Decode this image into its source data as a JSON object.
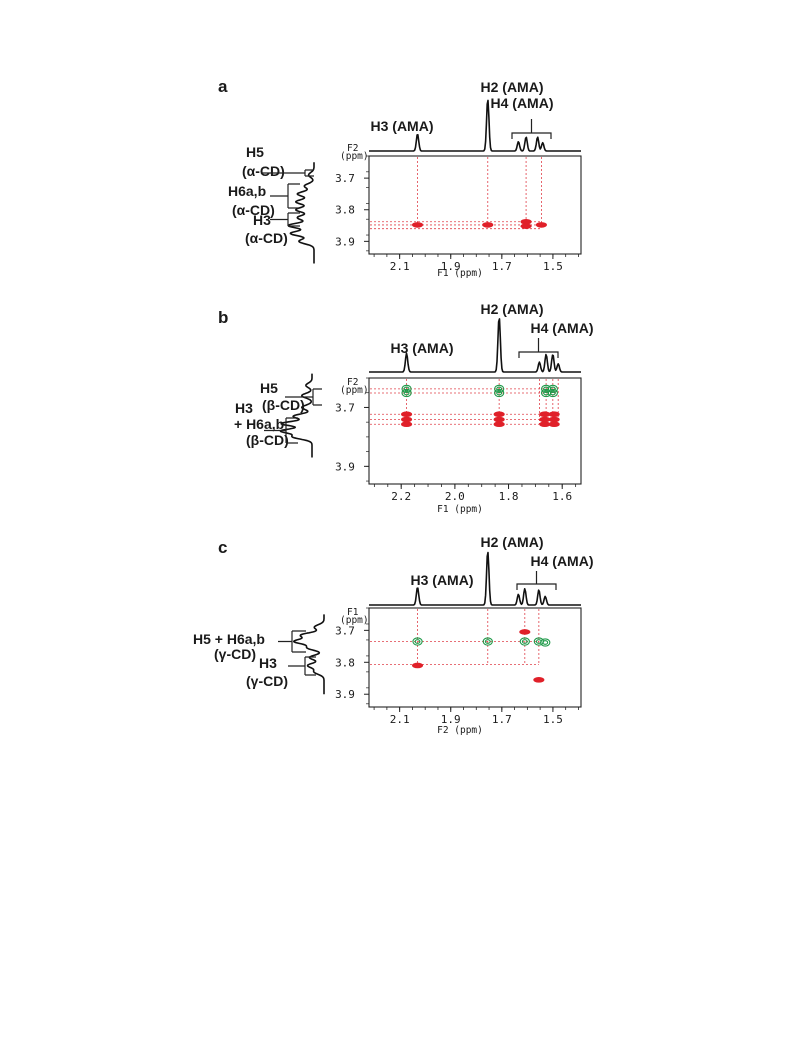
{
  "chart_data": [
    {
      "type": "heatmap",
      "panel": "a",
      "x_axis_label": "F1  (ppm)",
      "y_axis_label": "F2 (ppm)",
      "xlim": [
        2.22,
        1.39
      ],
      "ylim": [
        3.63,
        3.94
      ],
      "x_ticks": [
        "2.1",
        "1.9",
        "1.7",
        "1.5"
      ],
      "x_tick_values": [
        2.1,
        1.9,
        1.7,
        1.5
      ],
      "y_ticks": [
        "3.7",
        "3.8",
        "3.9"
      ],
      "y_tick_values": [
        3.7,
        3.8,
        3.9
      ],
      "top_labels": [
        "H2 (AMA)",
        "H3 (AMA)",
        "H4 (AMA)"
      ],
      "side_labels": [
        "H5",
        "(α-CD)",
        "H6a,b",
        "(α-CD)",
        "H3",
        "(α-CD)"
      ],
      "top_peaks": [
        {
          "x": 2.03,
          "h": 0.33
        },
        {
          "x": 1.755,
          "h": 1.0
        },
        {
          "x": 1.635,
          "h": 0.18
        },
        {
          "x": 1.605,
          "h": 0.27
        },
        {
          "x": 1.56,
          "h": 0.27
        },
        {
          "x": 1.54,
          "h": 0.16
        }
      ],
      "side_peaks": [
        {
          "y": 3.69,
          "h": 0.18
        },
        {
          "y": 3.725,
          "h": 0.32
        },
        {
          "y": 3.75,
          "h": 0.55
        },
        {
          "y": 3.775,
          "h": 0.6
        },
        {
          "y": 3.8,
          "h": 0.6
        },
        {
          "y": 3.825,
          "h": 0.55
        },
        {
          "y": 3.85,
          "h": 0.85
        },
        {
          "y": 3.875,
          "h": 0.78
        },
        {
          "y": 3.9,
          "h": 0.5
        }
      ],
      "cross_peaks": [
        {
          "x": 2.03,
          "y": 3.848,
          "color": "red"
        },
        {
          "x": 1.755,
          "y": 3.848,
          "color": "red"
        },
        {
          "x": 1.605,
          "y": 3.838,
          "color": "red"
        },
        {
          "x": 1.605,
          "y": 3.852,
          "color": "red"
        },
        {
          "x": 1.545,
          "y": 3.848,
          "color": "red"
        }
      ],
      "dash_x": [
        2.03,
        1.755,
        1.605,
        1.545
      ],
      "dash_y": [
        3.838,
        3.848,
        3.86
      ]
    },
    {
      "type": "heatmap",
      "panel": "b",
      "x_axis_label": "F1  (ppm)",
      "y_axis_label": "F2 (ppm)",
      "xlim": [
        2.32,
        1.53
      ],
      "ylim": [
        3.6,
        3.96
      ],
      "x_ticks": [
        "2.2",
        "2.0",
        "1.8",
        "1.6"
      ],
      "x_tick_values": [
        2.2,
        2.0,
        1.8,
        1.6
      ],
      "y_ticks": [
        "3.7",
        "3.9"
      ],
      "y_tick_values": [
        3.7,
        3.9
      ],
      "top_labels": [
        "H2 (AMA)",
        "H3 (AMA)",
        "H4 (AMA)"
      ],
      "side_labels": [
        "H5",
        "(β-CD)",
        "H3",
        "+ H6a,b",
        "(β-CD)"
      ],
      "top_peaks": [
        {
          "x": 2.18,
          "h": 0.34
        },
        {
          "x": 1.835,
          "h": 1.0
        },
        {
          "x": 1.685,
          "h": 0.18
        },
        {
          "x": 1.66,
          "h": 0.32
        },
        {
          "x": 1.635,
          "h": 0.32
        },
        {
          "x": 1.615,
          "h": 0.15
        }
      ],
      "side_peaks": [
        {
          "y": 3.625,
          "h": 0.18
        },
        {
          "y": 3.66,
          "h": 0.3
        },
        {
          "y": 3.7,
          "h": 0.3
        },
        {
          "y": 3.73,
          "h": 0.55
        },
        {
          "y": 3.755,
          "h": 0.9
        },
        {
          "y": 3.78,
          "h": 0.9
        },
        {
          "y": 3.8,
          "h": 0.55
        }
      ],
      "cross_peaks": [
        {
          "x": 2.18,
          "y": 3.637,
          "color": "green"
        },
        {
          "x": 2.18,
          "y": 3.651,
          "color": "green"
        },
        {
          "x": 1.835,
          "y": 3.637,
          "color": "green"
        },
        {
          "x": 1.835,
          "y": 3.651,
          "color": "green"
        },
        {
          "x": 1.66,
          "y": 3.637,
          "color": "green"
        },
        {
          "x": 1.66,
          "y": 3.651,
          "color": "green"
        },
        {
          "x": 1.635,
          "y": 3.637,
          "color": "green"
        },
        {
          "x": 1.635,
          "y": 3.651,
          "color": "green"
        },
        {
          "x": 2.18,
          "y": 3.723,
          "color": "red"
        },
        {
          "x": 2.18,
          "y": 3.741,
          "color": "red"
        },
        {
          "x": 2.18,
          "y": 3.757,
          "color": "red"
        },
        {
          "x": 1.835,
          "y": 3.723,
          "color": "red"
        },
        {
          "x": 1.835,
          "y": 3.741,
          "color": "red"
        },
        {
          "x": 1.835,
          "y": 3.757,
          "color": "red"
        },
        {
          "x": 1.665,
          "y": 3.723,
          "color": "red"
        },
        {
          "x": 1.665,
          "y": 3.741,
          "color": "red"
        },
        {
          "x": 1.665,
          "y": 3.757,
          "color": "red"
        },
        {
          "x": 1.63,
          "y": 3.723,
          "color": "red"
        },
        {
          "x": 1.63,
          "y": 3.741,
          "color": "red"
        },
        {
          "x": 1.63,
          "y": 3.757,
          "color": "red"
        }
      ],
      "dash_x": [
        2.18,
        1.835,
        1.685,
        1.66,
        1.635,
        1.615
      ],
      "dash_y": [
        3.637,
        3.651,
        3.723,
        3.741,
        3.757
      ]
    },
    {
      "type": "heatmap",
      "panel": "c",
      "x_axis_label": "F2  (ppm)",
      "y_axis_label": "F1 (ppm)",
      "xlim": [
        2.22,
        1.39
      ],
      "ylim": [
        3.63,
        3.94
      ],
      "x_ticks": [
        "2.1",
        "1.9",
        "1.7",
        "1.5"
      ],
      "x_tick_values": [
        2.1,
        1.9,
        1.7,
        1.5
      ],
      "y_ticks": [
        "3.7",
        "3.8",
        "3.9"
      ],
      "y_tick_values": [
        3.7,
        3.8,
        3.9
      ],
      "top_labels": [
        "H2 (AMA)",
        "H3 (AMA)",
        "H4 (AMA)"
      ],
      "side_labels": [
        "H5 + H6a,b",
        "(γ-CD)",
        "H3",
        "(γ-CD)"
      ],
      "top_peaks": [
        {
          "x": 2.03,
          "h": 0.33
        },
        {
          "x": 1.755,
          "h": 1.0
        },
        {
          "x": 1.635,
          "h": 0.2
        },
        {
          "x": 1.61,
          "h": 0.3
        },
        {
          "x": 1.555,
          "h": 0.28
        },
        {
          "x": 1.53,
          "h": 0.16
        }
      ],
      "side_peaks": [
        {
          "y": 3.69,
          "h": 0.3
        },
        {
          "y": 3.715,
          "h": 0.7
        },
        {
          "y": 3.735,
          "h": 0.9
        },
        {
          "y": 3.755,
          "h": 0.5
        },
        {
          "y": 3.785,
          "h": 0.45
        },
        {
          "y": 3.81,
          "h": 0.5
        },
        {
          "y": 3.83,
          "h": 0.3
        }
      ],
      "cross_peaks": [
        {
          "x": 2.03,
          "y": 3.735,
          "color": "green"
        },
        {
          "x": 1.755,
          "y": 3.735,
          "color": "green"
        },
        {
          "x": 1.61,
          "y": 3.735,
          "color": "green"
        },
        {
          "x": 1.555,
          "y": 3.735,
          "color": "green"
        },
        {
          "x": 1.53,
          "y": 3.738,
          "color": "green"
        },
        {
          "x": 2.03,
          "y": 3.81,
          "color": "red"
        },
        {
          "x": 1.61,
          "y": 3.705,
          "color": "red"
        },
        {
          "x": 1.555,
          "y": 3.855,
          "color": "red"
        }
      ],
      "dash_x": [
        2.03,
        1.755,
        1.61,
        1.555
      ],
      "dash_y": [
        3.735,
        3.807
      ]
    }
  ],
  "panel_labels": [
    "a",
    "b",
    "c"
  ],
  "colors": {
    "red_peak": "#e02029",
    "green_peak": "#1f9a4a",
    "dash": "#e0404a",
    "line": "#111111"
  }
}
